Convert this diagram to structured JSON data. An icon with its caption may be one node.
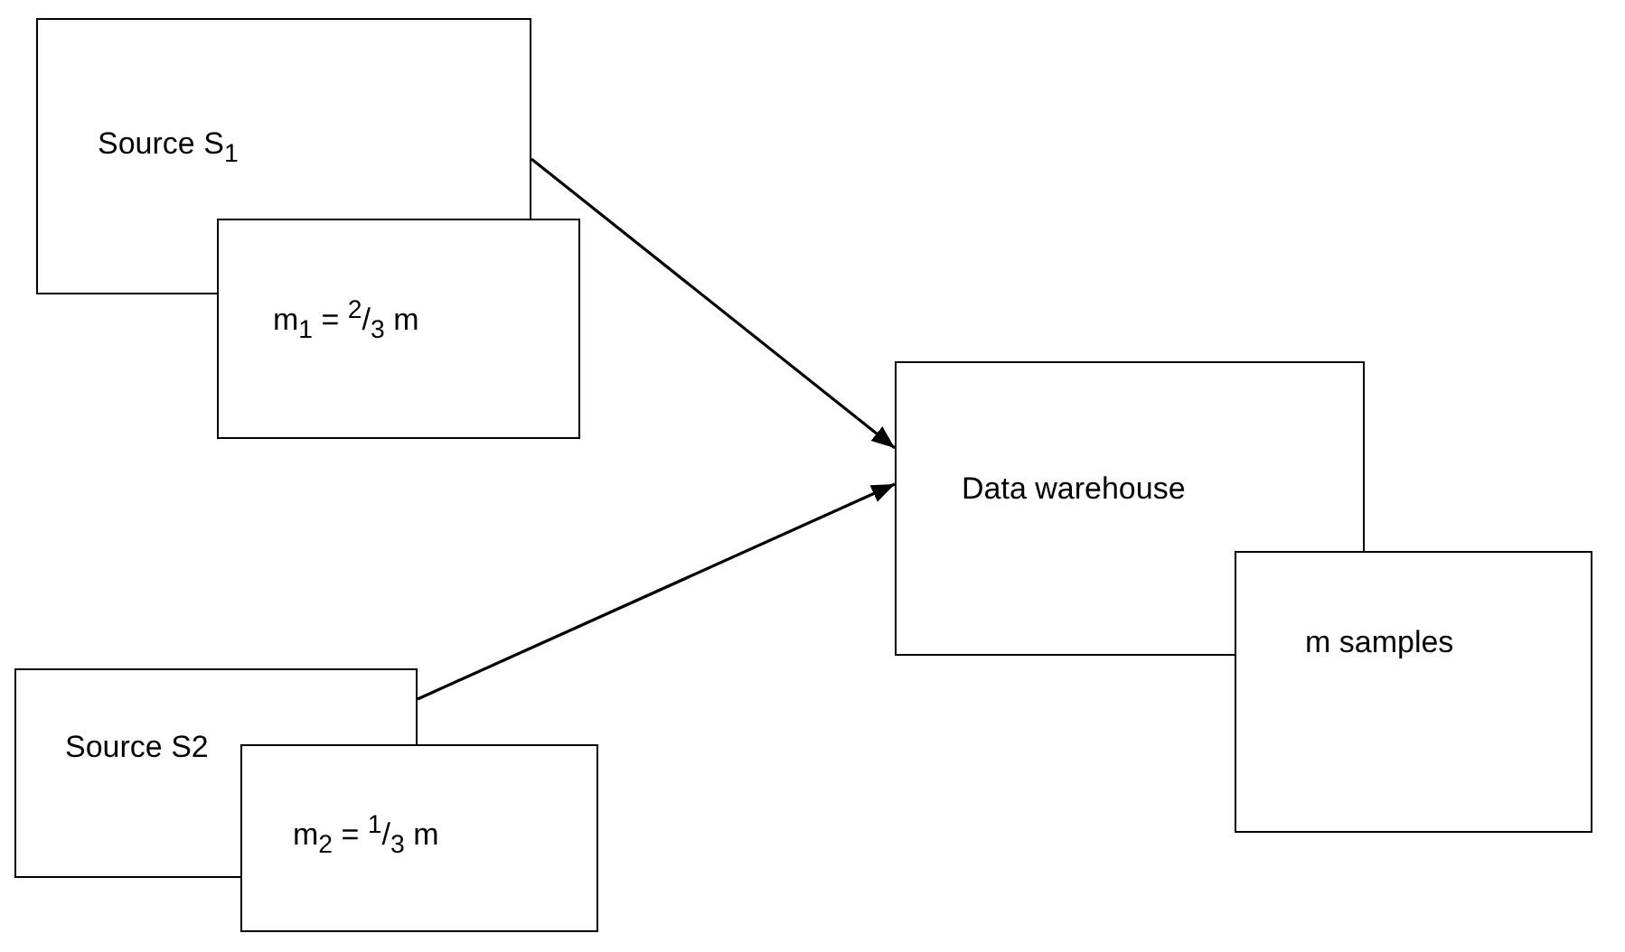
{
  "diagram": {
    "nodes": [
      {
        "text": [
          "Source S$_{1}$"
        ]
      },
      {
        "text": [
          "m$_{1}$ = $^{2}$/$_{3}$ m"
        ]
      },
      {
        "text": [
          "Data warehouse"
        ]
      },
      {
        "text": [
          "m samples"
        ]
      },
      {
        "text": [
          "Source S2"
        ]
      },
      {
        "text": [
          "m$_{2}$ = $^{1}$/$_{3}$ m"
        ]
      }
    ],
    "edges": [
      {
        "from": 0,
        "to": 2,
        "arrow": "to"
      },
      {
        "from": 4,
        "to": 2,
        "arrow": "to"
      }
    ]
  }
}
